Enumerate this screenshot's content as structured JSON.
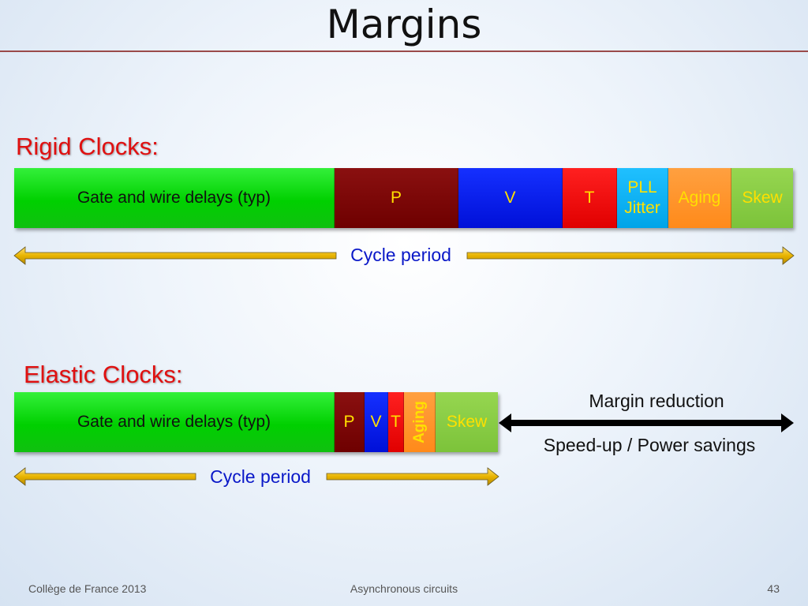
{
  "title": "Margins",
  "rigid": {
    "heading": "Rigid Clocks:",
    "segments": {
      "gate": "Gate and wire delays (typ)",
      "p": "P",
      "v": "V",
      "t": "T",
      "pll_line1": "PLL",
      "pll_line2": "Jitter",
      "aging": "Aging",
      "skew": "Skew"
    },
    "period_label": "Cycle period"
  },
  "elastic": {
    "heading": "Elastic Clocks:",
    "segments": {
      "gate": "Gate and wire delays (typ)",
      "p": "P",
      "v": "V",
      "t": "T",
      "aging": "Aging",
      "skew": "Skew"
    },
    "period_label": "Cycle period",
    "margin_label": "Margin reduction",
    "benefit_label": "Speed-up / Power savings"
  },
  "colors": {
    "gate": "#00d000",
    "p": "#6e0000",
    "v": "#0010d8",
    "t": "#e00000",
    "pll": "#00a4e8",
    "aging": "#ff8a1a",
    "skew": "#7cc33a",
    "segment_text": "#ffe000",
    "heading": "#e01010",
    "period_text": "#0a18c8",
    "arrow_gold": "#e8b400"
  },
  "footer": {
    "left": "Collège de France 2013",
    "center": "Asynchronous circuits",
    "page": "43"
  }
}
